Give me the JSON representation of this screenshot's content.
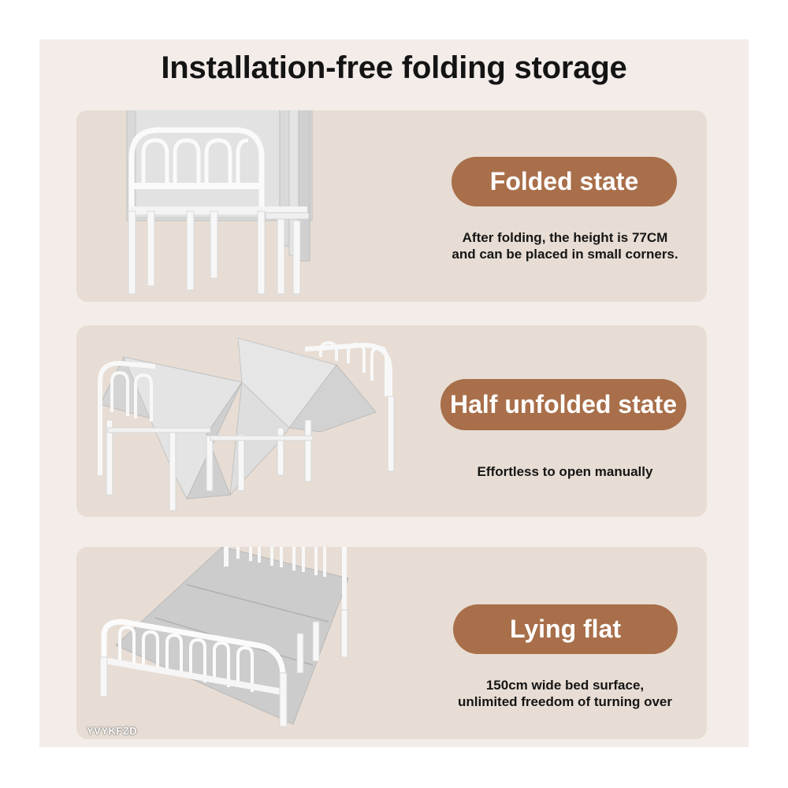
{
  "title": "Installation-free folding storage",
  "sections": [
    {
      "state_label": "Folded state",
      "description": [
        "After folding, the height is 77CM",
        "and can be placed in small corners."
      ]
    },
    {
      "state_label": "Half unfolded state",
      "description": [
        "Effortless to open manually"
      ]
    },
    {
      "state_label": "Lying flat",
      "description": [
        "150cm wide bed surface,",
        "unlimited freedom of turning over"
      ]
    }
  ],
  "watermark": "YVYKFZD",
  "colors": {
    "background": "#f3ece8",
    "panel": "#e7ddd4",
    "pill": "#a86f4a",
    "bed_frame": "#ffffff",
    "bed_board": "#c9c9c9"
  },
  "icons": [
    "folded-bed-illustration",
    "half-unfolded-bed-illustration",
    "flat-bed-illustration"
  ]
}
